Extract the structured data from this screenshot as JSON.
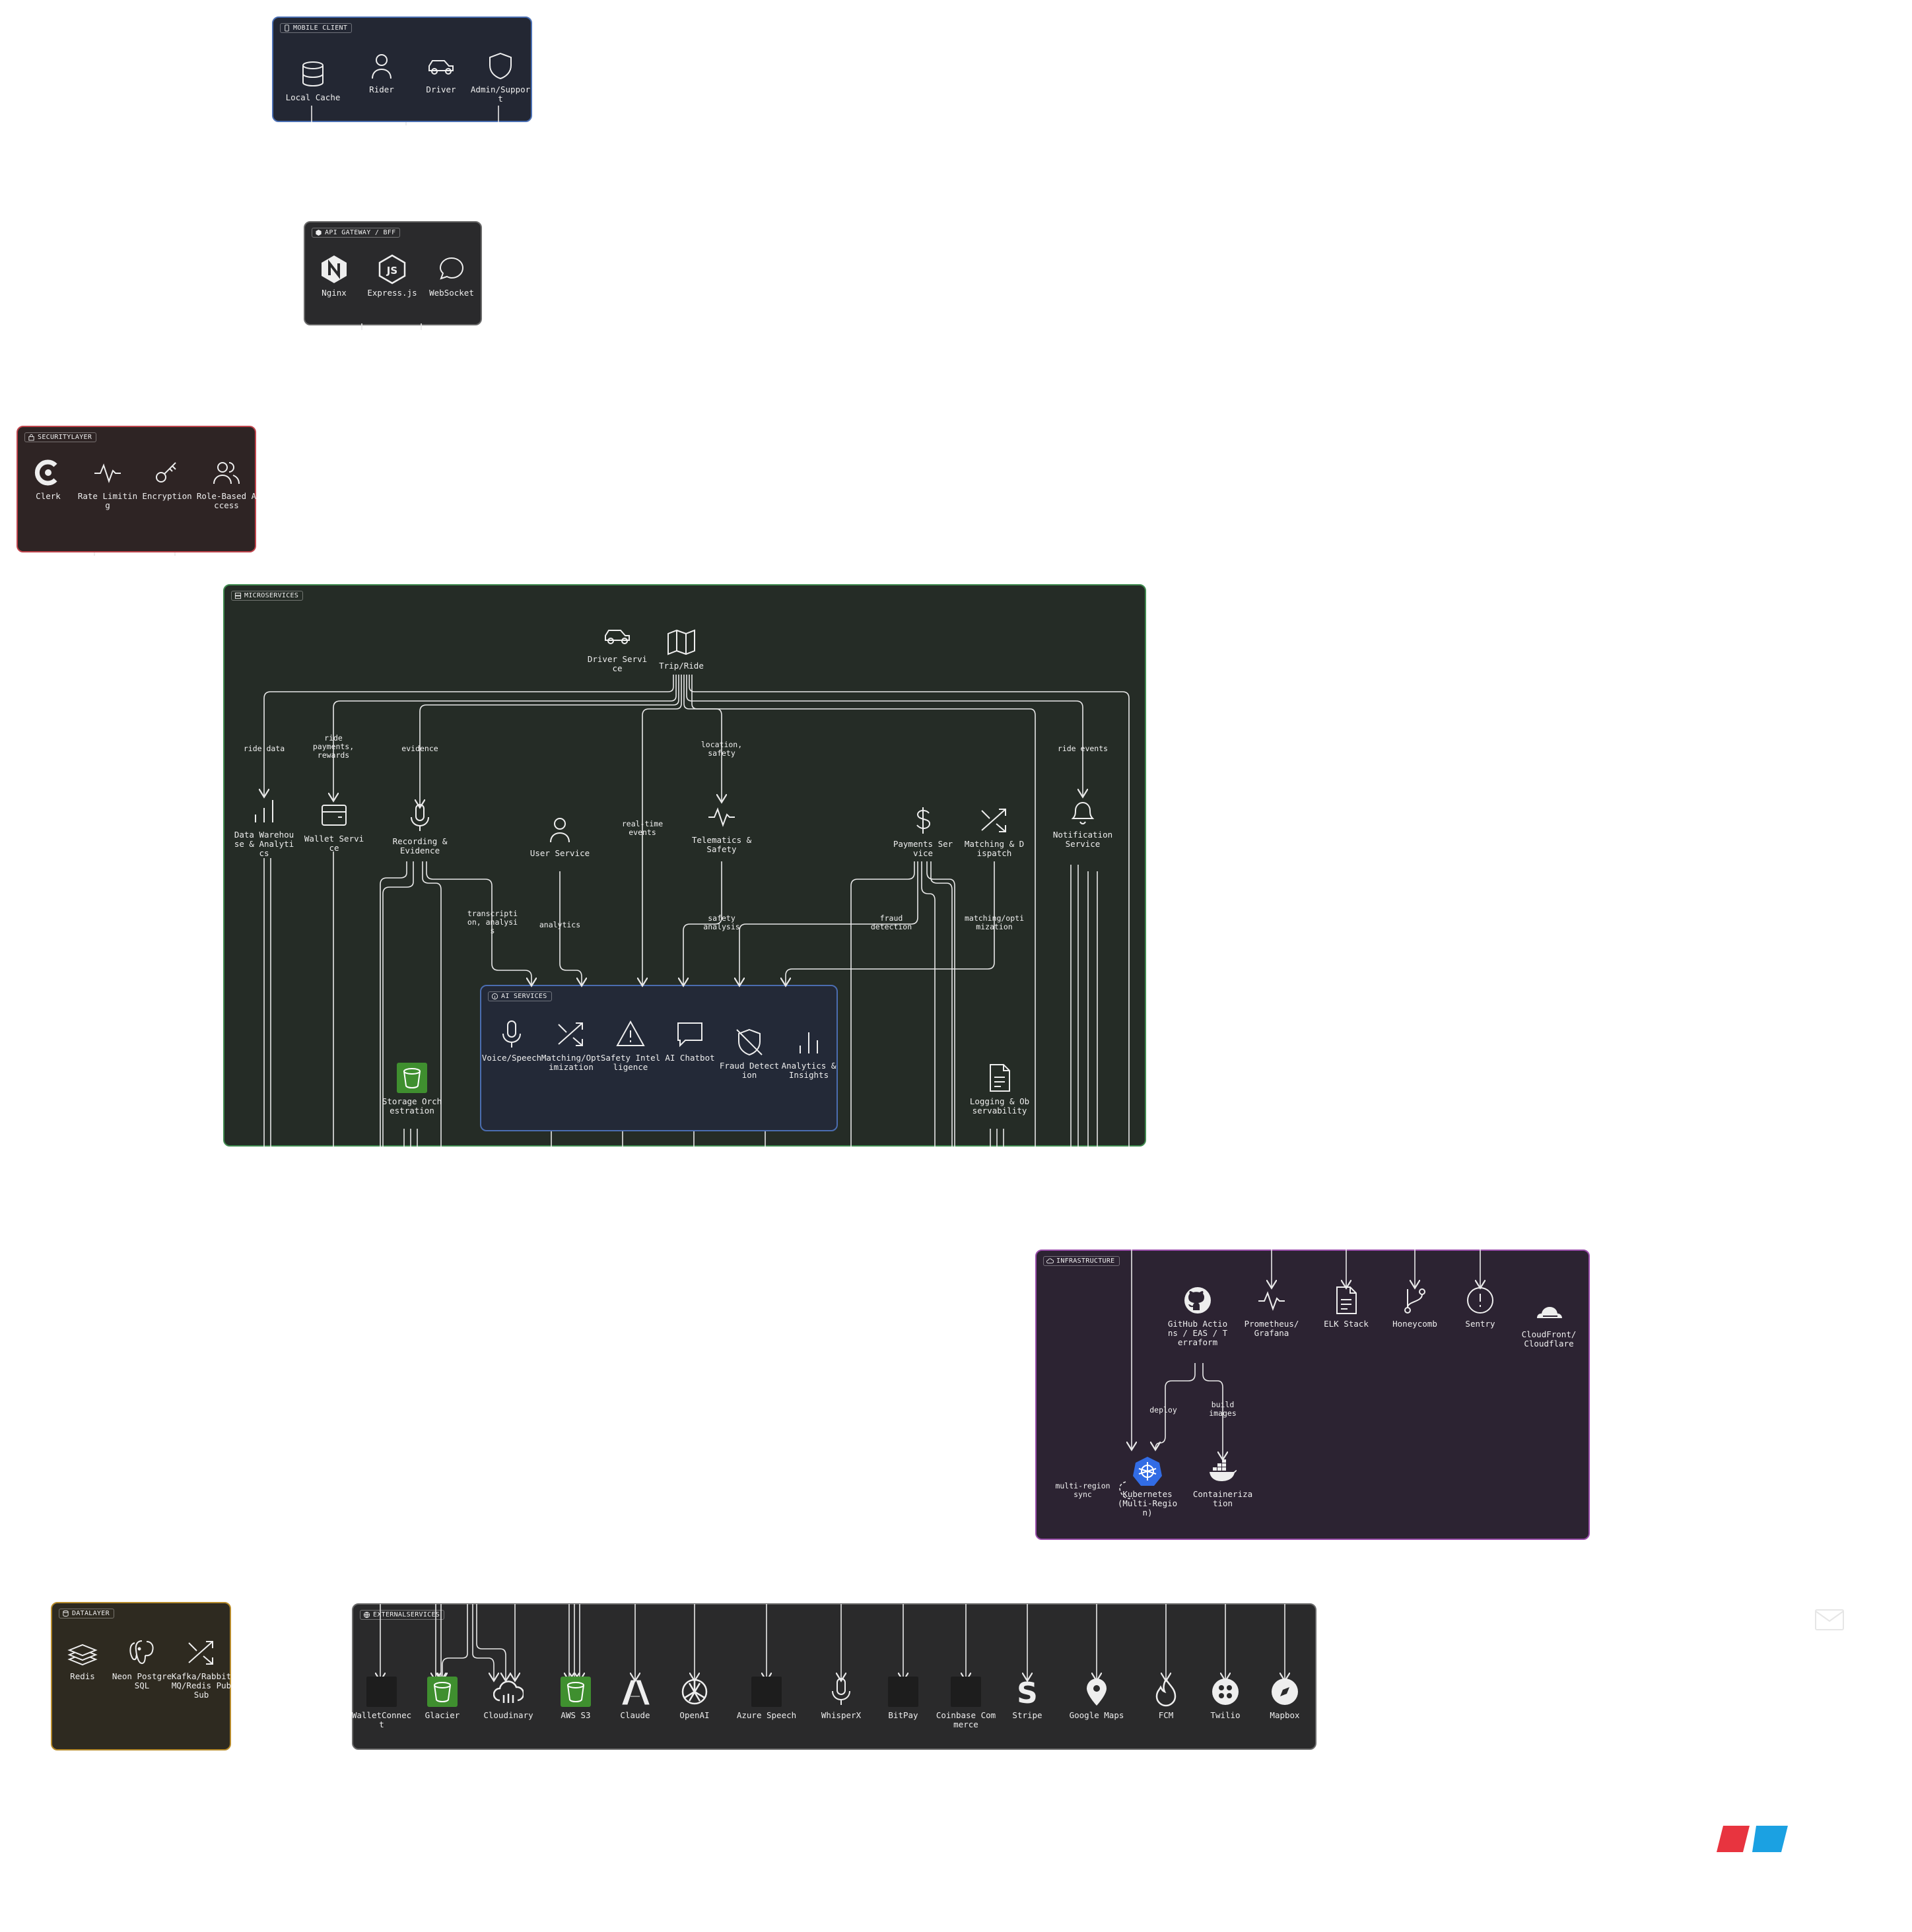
{
  "groups": {
    "mobile": {
      "title": "MOBILE CLIENT",
      "nodes": [
        "Local Cache",
        "Rider",
        "Driver",
        "Admin/Support"
      ]
    },
    "gateway": {
      "title": "API GATEWAY / BFF",
      "nodes": [
        "Nginx",
        "Express.js",
        "WebSocket"
      ]
    },
    "security": {
      "title": "SECURITYLAYER",
      "nodes": [
        "Clerk",
        "Rate Limiting",
        "Encryption",
        "Role-Based Access"
      ]
    },
    "micro": {
      "title": "MICROSERVICES",
      "nodes": {
        "driver": "Driver Service",
        "trip": "Trip/Ride",
        "warehouse": "Data Warehouse & Analytics",
        "wallet": "Wallet Service",
        "recording": "Recording & Evidence",
        "user": "User Service",
        "telematics": "Telematics & Safety",
        "payments": "Payments Service",
        "matching": "Matching & Dispatch",
        "notification": "Notification Service",
        "storage": "Storage Orchestration",
        "logging": "Logging & Observability"
      },
      "edge_labels": {
        "ride_data": "ride data",
        "ride_payments": "ride payments, rewards",
        "evidence": "evidence",
        "location": "location, safety",
        "ride_events": "ride events",
        "realtime": "real-time events",
        "transcription": "transcription, analysis",
        "analytics": "analytics",
        "safety_analysis": "safety analysis",
        "fraud": "fraud detection",
        "matching_opt": "matching/optimization"
      }
    },
    "ai": {
      "title": "AI SERVICES",
      "nodes": [
        "Voice/Speech",
        "Matching/Optimization",
        "Safety Intelligence",
        "AI Chatbot",
        "Fraud Detection",
        "Analytics & Insights"
      ]
    },
    "infra": {
      "title": "INFRASTRUCTURE",
      "nodes": {
        "github": "GitHub Actions / EAS / Terraform",
        "prom": "Prometheus/ Grafana",
        "elk": "ELK Stack",
        "honey": "Honeycomb",
        "sentry": "Sentry",
        "cdn": "CloudFront/ Cloudflare",
        "k8s": "Kubernetes (Multi-Region)",
        "container": "Containerization"
      },
      "edge_labels": {
        "deploy": "deploy",
        "build": "build images",
        "multi": "multi-region sync"
      }
    },
    "data": {
      "title": "DATALAYER",
      "nodes": [
        "Redis",
        "Neon PostgreSQL",
        "Kafka/RabbitMQ/Redis PubSub"
      ]
    },
    "external": {
      "title": "EXTERNALSERVICES",
      "nodes": [
        "WalletConnect",
        "Glacier",
        "Cloudinary",
        "AWS S3",
        "Claude",
        "OpenAI",
        "Azure Speech",
        "WhisperX",
        "BitPay",
        "Coinbase Commerce",
        "Stripe",
        "Google Maps",
        "FCM",
        "Twilio",
        "Mapbox"
      ]
    }
  },
  "colors": {
    "mobile_bg": "#232733",
    "mobile_border": "#4a6fb3",
    "gateway_bg": "#2a2a2c",
    "gateway_border": "#6a6a6a",
    "security_bg": "#2e2424",
    "security_border": "#c0444c",
    "micro_bg": "#252c26",
    "micro_border": "#3f8a4f",
    "ai_bg": "#232937",
    "ai_border": "#4b6db0",
    "infra_bg": "#2c2332",
    "infra_border": "#9a4dab",
    "data_bg": "#2e2a20",
    "data_border": "#b68a2a",
    "external_bg": "#2a2a2b",
    "external_border": "#6a6a6a",
    "aws_green": "#3f8f2f",
    "k8s_blue": "#326ce5"
  }
}
